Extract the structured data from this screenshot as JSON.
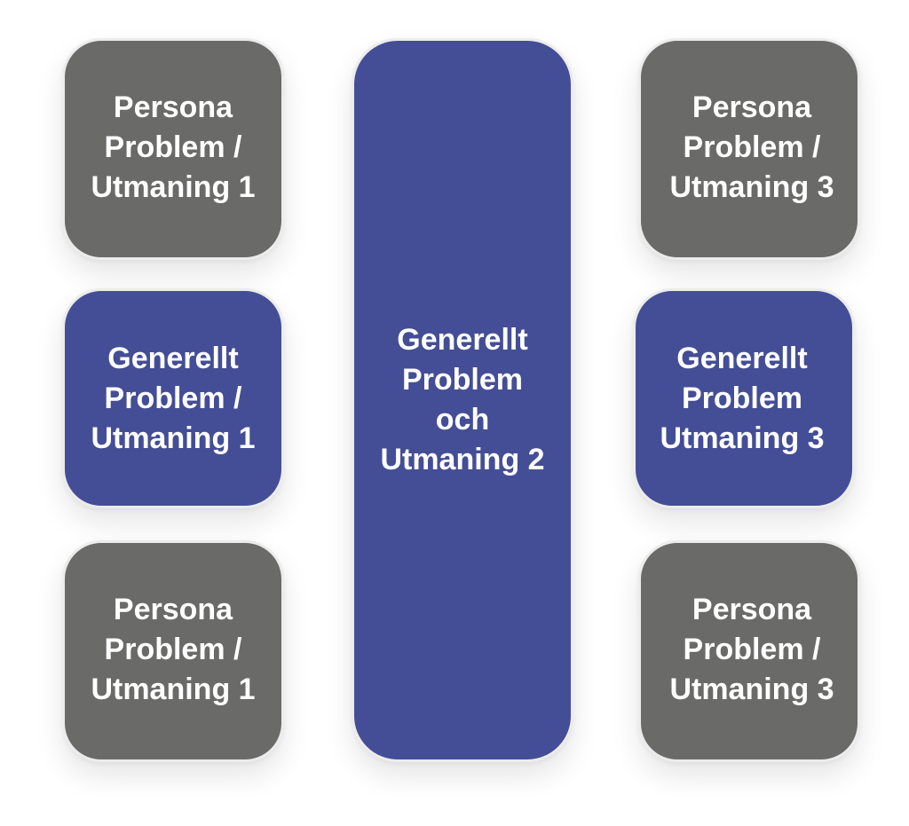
{
  "diagram": {
    "colors": {
      "gray_box": "#6a6a69",
      "blue_box": "#444e96",
      "text": "#ffffff"
    },
    "left_column": [
      {
        "label": "Persona\nProblem /\nUtmaning 1",
        "color": "gray"
      },
      {
        "label": "Generellt\nProblem /\nUtmaning 1",
        "color": "blue"
      },
      {
        "label": "Persona\nProblem /\nUtmaning 1",
        "color": "gray"
      }
    ],
    "center": {
      "label": "Generellt\nProblem\noch\nUtmaning 2",
      "color": "blue"
    },
    "right_column": [
      {
        "label": "Persona\nProblem /\nUtmaning 3",
        "color": "gray"
      },
      {
        "label": "Generellt\nProblem\nUtmaning 3",
        "color": "blue"
      },
      {
        "label": "Persona\nProblem /\nUtmaning 3",
        "color": "gray"
      }
    ]
  }
}
